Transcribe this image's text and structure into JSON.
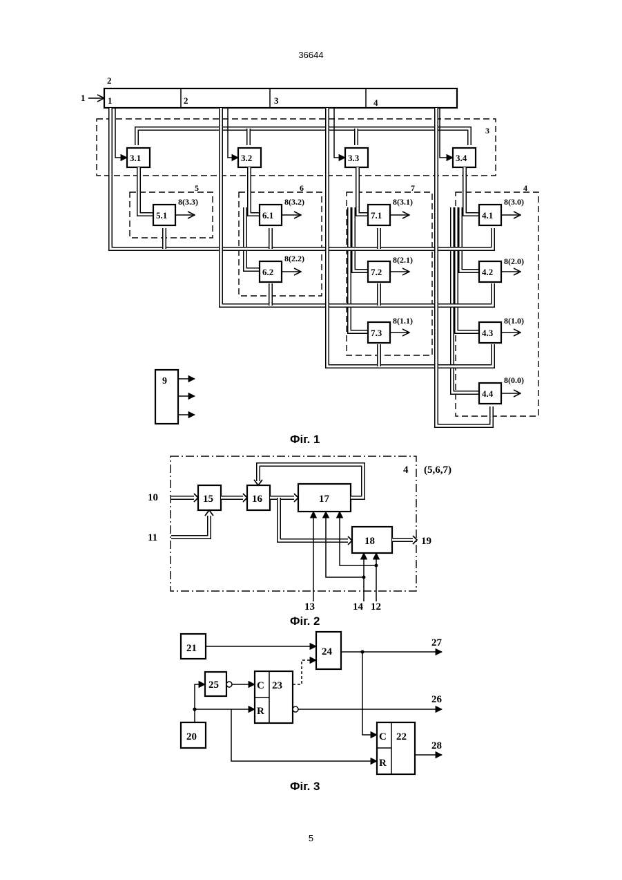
{
  "header": {
    "doc_number": "36644"
  },
  "footer": {
    "page_number": "5"
  },
  "fig1": {
    "caption": "Фіг. 1",
    "input_label": "1",
    "register_label": "2",
    "register_fields": [
      "1",
      "2",
      "3",
      "4"
    ],
    "group_labels": {
      "g3": "3",
      "g4": "4",
      "g5": "5",
      "g6": "6",
      "g7": "7"
    },
    "decoders": [
      "3.1",
      "3.2",
      "3.3",
      "3.4"
    ],
    "blocks": {
      "b51": "5.1",
      "b61": "6.1",
      "b62": "6.2",
      "b71": "7.1",
      "b72": "7.2",
      "b73": "7.3",
      "b41": "4.1",
      "b42": "4.2",
      "b43": "4.3",
      "b44": "4.4"
    },
    "outputs": {
      "o51": "8(3.3)",
      "o61": "8(3.2)",
      "o62": "8(2.2)",
      "o71": "8(3.1)",
      "o72": "8(2.1)",
      "o73": "8(1.1)",
      "o41": "8(3.0)",
      "o42": "8(2.0)",
      "o43": "8(1.0)",
      "o44": "8(0.0)"
    },
    "clock_block": "9"
  },
  "fig2": {
    "caption": "Фіг. 2",
    "group_label": "4",
    "group_alt": "(5,6,7)",
    "blocks": {
      "b15": "15",
      "b16": "16",
      "b17": "17",
      "b18": "18"
    },
    "inputs": {
      "i10": "10",
      "i11": "11",
      "i13": "13",
      "i14": "14",
      "i12": "12"
    },
    "output": "19"
  },
  "fig3": {
    "caption": "Фіг. 3",
    "blocks": {
      "b21": "21",
      "b20": "20",
      "b24": "24",
      "b25": "25",
      "b23": "23",
      "b22": "22"
    },
    "pins": {
      "c": "C",
      "r": "R"
    },
    "outputs": {
      "o27": "27",
      "o26": "26",
      "o28": "28"
    }
  }
}
